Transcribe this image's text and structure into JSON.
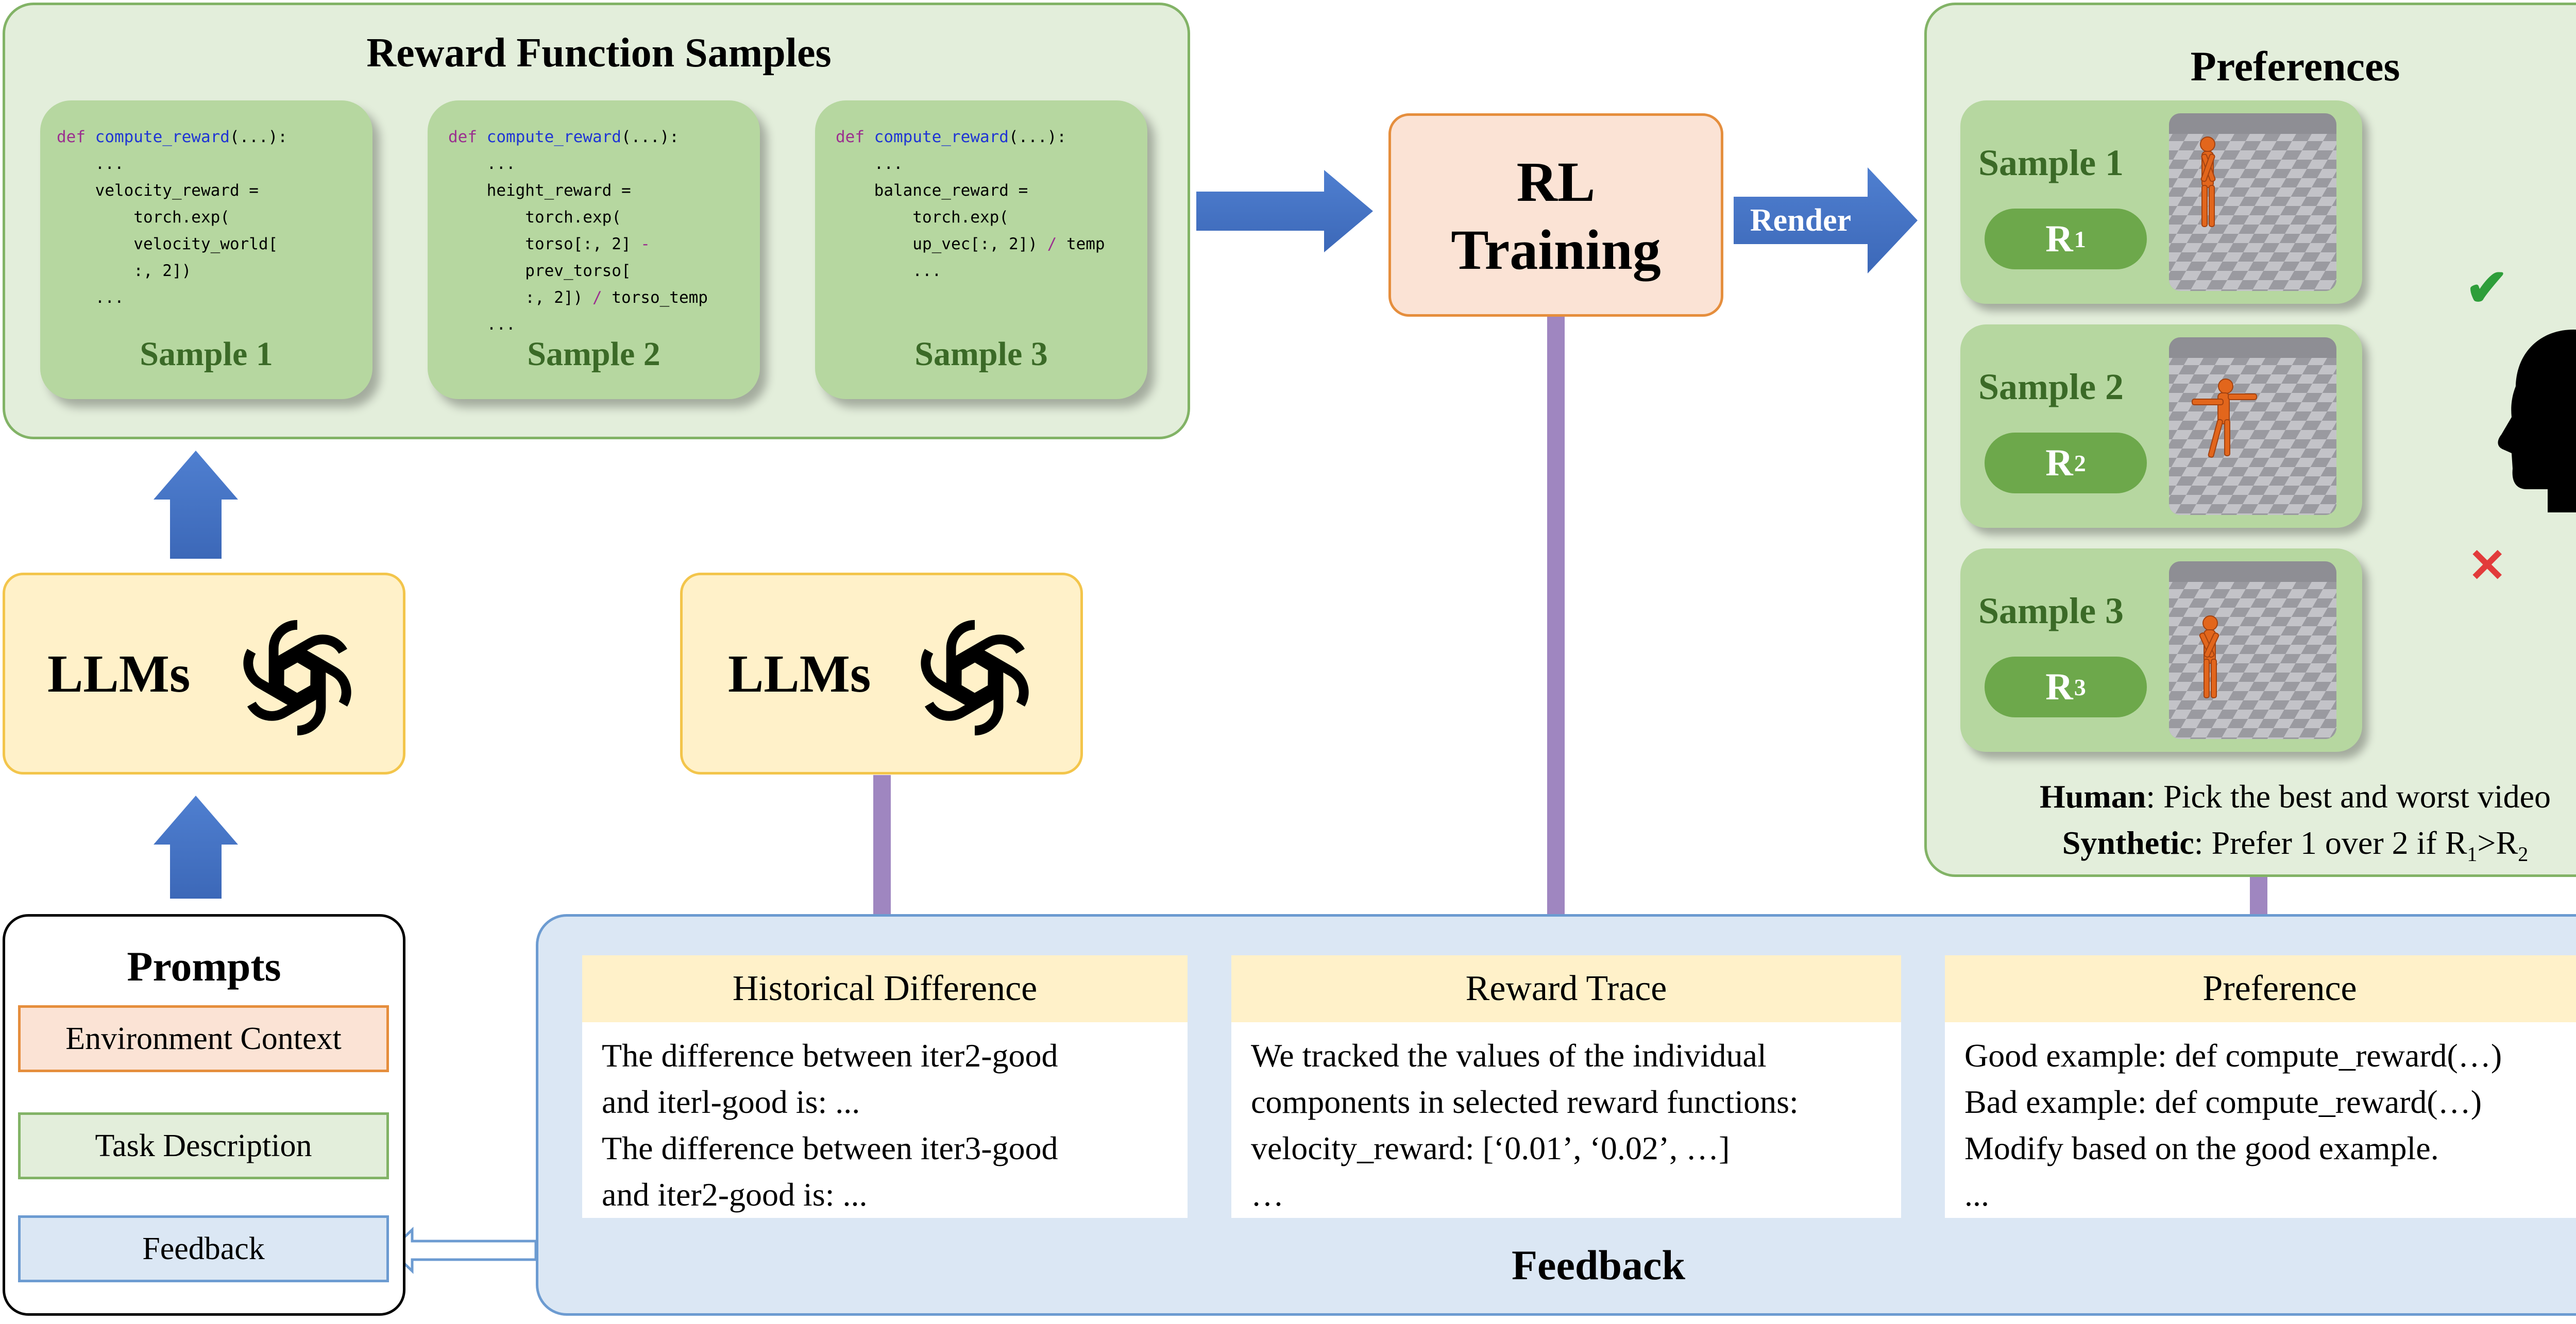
{
  "reward_samples": {
    "title": "Reward Function Samples",
    "samples": [
      {
        "name": "Sample 1",
        "code": [
          {
            "parts": [
              {
                "t": "def ",
                "c": "kw"
              },
              {
                "t": "compute_reward",
                "c": "fn"
              },
              {
                "t": "(...):",
                "c": ""
              }
            ]
          },
          {
            "parts": [
              {
                "t": "    ...",
                "c": ""
              }
            ]
          },
          {
            "parts": [
              {
                "t": "    velocity_reward =",
                "c": ""
              }
            ]
          },
          {
            "parts": [
              {
                "t": "        torch.exp(",
                "c": ""
              }
            ]
          },
          {
            "parts": [
              {
                "t": "        velocity_world[",
                "c": ""
              }
            ]
          },
          {
            "parts": [
              {
                "t": "        :, 2])",
                "c": ""
              }
            ]
          },
          {
            "parts": [
              {
                "t": "    ...",
                "c": ""
              }
            ]
          }
        ]
      },
      {
        "name": "Sample 2",
        "code": [
          {
            "parts": [
              {
                "t": "def ",
                "c": "kw"
              },
              {
                "t": "compute_reward",
                "c": "fn"
              },
              {
                "t": "(...):",
                "c": ""
              }
            ]
          },
          {
            "parts": [
              {
                "t": "    ...",
                "c": ""
              }
            ]
          },
          {
            "parts": [
              {
                "t": "    height_reward =",
                "c": ""
              }
            ]
          },
          {
            "parts": [
              {
                "t": "        torch.exp(",
                "c": ""
              }
            ]
          },
          {
            "parts": [
              {
                "t": "        torso[:, 2] ",
                "c": ""
              },
              {
                "t": "-",
                "c": "op"
              }
            ]
          },
          {
            "parts": [
              {
                "t": "        prev_torso[",
                "c": ""
              }
            ]
          },
          {
            "parts": [
              {
                "t": "        :, 2]) ",
                "c": ""
              },
              {
                "t": "/",
                "c": "op"
              },
              {
                "t": " torso_temp",
                "c": ""
              }
            ]
          },
          {
            "parts": [
              {
                "t": "    ...",
                "c": ""
              }
            ]
          }
        ]
      },
      {
        "name": "Sample 3",
        "code": [
          {
            "parts": [
              {
                "t": "def ",
                "c": "kw"
              },
              {
                "t": "compute_reward",
                "c": "fn"
              },
              {
                "t": "(...):",
                "c": ""
              }
            ]
          },
          {
            "parts": [
              {
                "t": "    ...",
                "c": ""
              }
            ]
          },
          {
            "parts": [
              {
                "t": "    balance_reward =",
                "c": ""
              }
            ]
          },
          {
            "parts": [
              {
                "t": "        torch.exp(",
                "c": ""
              }
            ]
          },
          {
            "parts": [
              {
                "t": "        up_vec[:, 2]) ",
                "c": ""
              },
              {
                "t": "/",
                "c": "op"
              },
              {
                "t": " temp",
                "c": ""
              }
            ]
          },
          {
            "parts": [
              {
                "t": "        ...",
                "c": ""
              }
            ]
          }
        ]
      }
    ]
  },
  "llm_left": {
    "label": "LLMs",
    "icon": "openai-logo-icon"
  },
  "llm_middle": {
    "label": "LLMs",
    "icon": "openai-logo-icon"
  },
  "rl_training": {
    "line1": "RL",
    "line2": "Training"
  },
  "render_label": "Render",
  "preferences": {
    "title": "Preferences",
    "samples": [
      {
        "name": "Sample 1",
        "r": "R",
        "r_sub": "1"
      },
      {
        "name": "Sample 2",
        "r": "R",
        "r_sub": "2"
      },
      {
        "name": "Sample 3",
        "r": "R",
        "r_sub": "3"
      }
    ],
    "human_bold": "Human",
    "human_text": ": Pick the best and worst video",
    "synthetic_bold": "Synthetic",
    "synthetic_text": ": Prefer 1 over 2 if R",
    "synthetic_sub1": "1",
    "synthetic_gt": ">R",
    "synthetic_sub2": "2",
    "check_color": "#2e9e3a",
    "cross_color": "#e23b3b"
  },
  "prompts": {
    "title": "Prompts",
    "items": [
      "Environment Context",
      "Task Description",
      "Feedback"
    ]
  },
  "feedback": {
    "title": "Feedback",
    "columns": [
      {
        "header": "Historical Difference",
        "body": "The difference between iter2-good\nand iterl-good is: ...\nThe difference between iter3-good\nand iter2-good is: ..."
      },
      {
        "header": "Reward Trace",
        "body": "We tracked the values of the individual\ncomponents in selected reward functions:\nvelocity_reward: [‘0.01’, ‘0.02’, …]\n…"
      },
      {
        "header": "Preference",
        "body": "Good example: def compute_reward(…)\nBad example: def compute_reward(…)\nModify based on the good example.\n..."
      }
    ]
  },
  "colors": {
    "arrow_blue": "#4472c4",
    "arrow_purple": "#9f86c0",
    "panel_green": "#e3eedb",
    "panel_blue": "#dbe7f4"
  }
}
